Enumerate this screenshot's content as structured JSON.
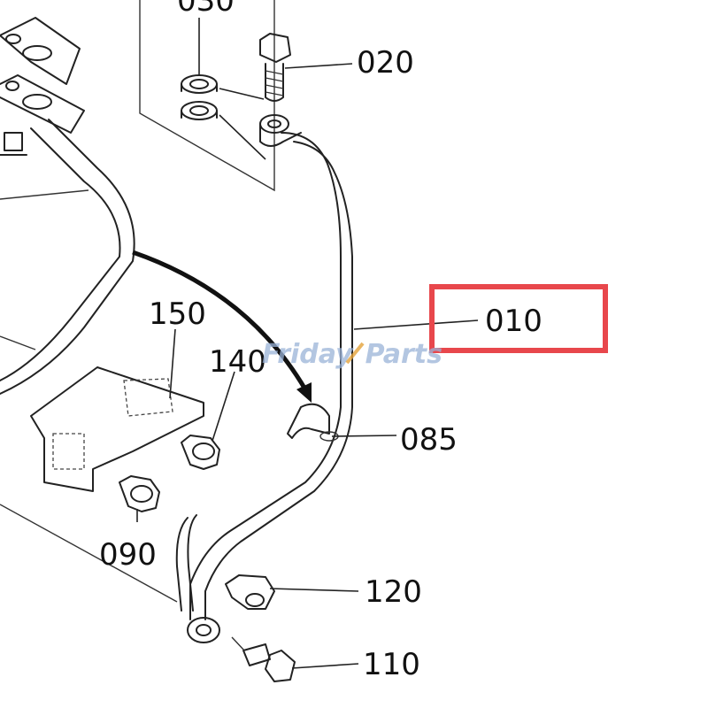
{
  "parts": {
    "p030": "030",
    "p020": "020",
    "p010": "010",
    "p085": "085",
    "p150": "150",
    "p140": "140",
    "p090": "090",
    "p120": "120",
    "p110": "110"
  },
  "watermark": {
    "brand_a": "Friday",
    "brand_b": "Parts"
  },
  "colors": {
    "highlight": "#e8474c",
    "watermark": "#9ab3d8"
  }
}
